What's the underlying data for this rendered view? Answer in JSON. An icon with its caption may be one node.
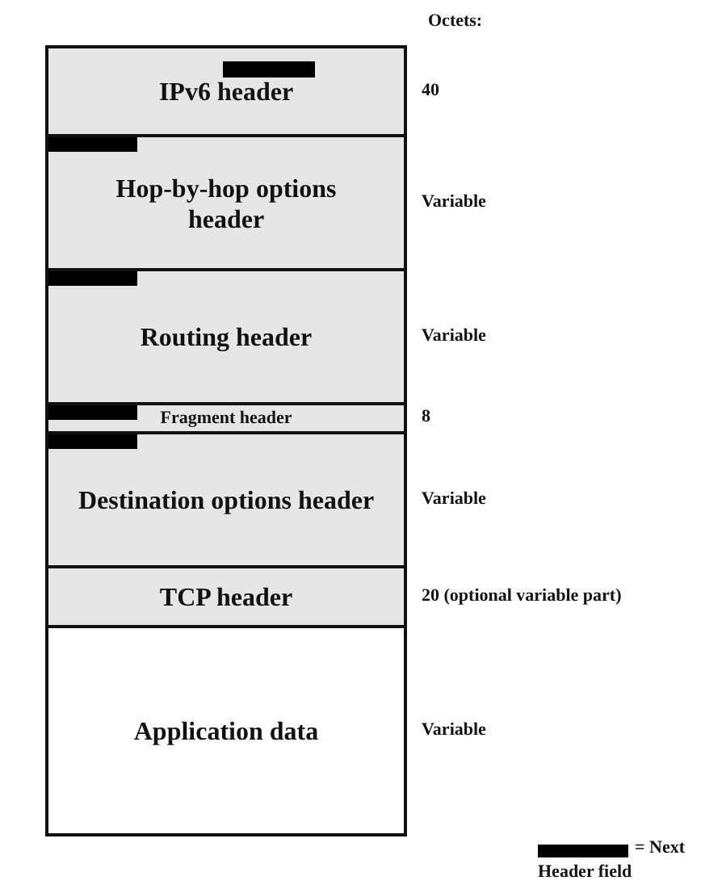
{
  "diagram": {
    "nodes": [
      {
        "text": [
          "IPv6 header"
        ],
        "beside": [
          "40"
        ]
      },
      {
        "text": [
          "Hop-by-hop options header"
        ],
        "beside": [
          "Variable"
        ]
      },
      {
        "text": [
          "Routing header"
        ],
        "beside": [
          "Variable"
        ]
      },
      {
        "text": [
          "Fragment header"
        ],
        "beside": [
          "8"
        ]
      },
      {
        "text": [
          "Destination options header"
        ],
        "beside": [
          "Variable"
        ]
      },
      {
        "text": [
          "TCP header"
        ],
        "beside": [
          "20 (optional variable part)"
        ]
      },
      {
        "text": [
          "Application data"
        ],
        "beside": [
          "Variable"
        ]
      }
    ],
    "labels": [
      "Octets:"
    ],
    "legend": [
      {
        "text": "= Next Header field",
        "color": "#000000"
      }
    ]
  }
}
